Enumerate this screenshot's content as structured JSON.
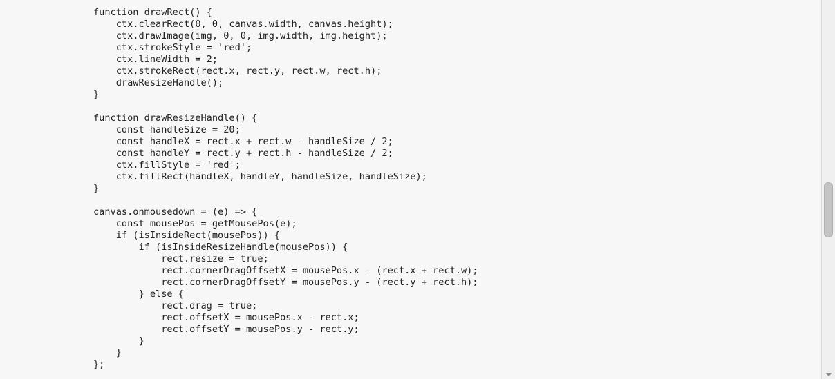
{
  "editor": {
    "lines": [
      "function drawRect() {",
      "    ctx.clearRect(0, 0, canvas.width, canvas.height);",
      "    ctx.drawImage(img, 0, 0, img.width, img.height);",
      "    ctx.strokeStyle = 'red';",
      "    ctx.lineWidth = 2;",
      "    ctx.strokeRect(rect.x, rect.y, rect.w, rect.h);",
      "    drawResizeHandle();",
      "}",
      "",
      "function drawResizeHandle() {",
      "    const handleSize = 20;",
      "    const handleX = rect.x + rect.w - handleSize / 2;",
      "    const handleY = rect.y + rect.h - handleSize / 2;",
      "    ctx.fillStyle = 'red';",
      "    ctx.fillRect(handleX, handleY, handleSize, handleSize);",
      "}",
      "",
      "canvas.onmousedown = (e) => {",
      "    const mousePos = getMousePos(e);",
      "    if (isInsideRect(mousePos)) {",
      "        if (isInsideResizeHandle(mousePos)) {",
      "            rect.resize = true;",
      "            rect.cornerDragOffsetX = mousePos.x - (rect.x + rect.w);",
      "            rect.cornerDragOffsetY = mousePos.y - (rect.y + rect.h);",
      "        } else {",
      "            rect.drag = true;",
      "            rect.offsetX = mousePos.x - rect.x;",
      "            rect.offsetY = mousePos.y - rect.y;",
      "        }",
      "    }",
      "};"
    ]
  },
  "scrollbar": {
    "thumb_color": "#c4c4c4",
    "track_color": "#f0f0f0",
    "arrow_icon": "chevron-down-icon"
  },
  "colors": {
    "background": "#f7f7f7",
    "text": "#222222"
  }
}
